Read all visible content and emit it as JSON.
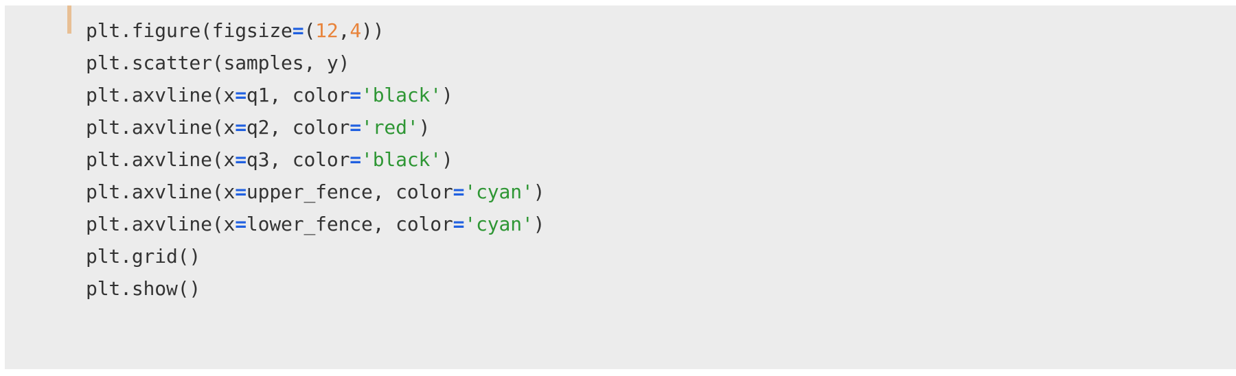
{
  "block": {
    "background_color": "#ececec",
    "accent_bar_color": "#e8bf94"
  },
  "theme": {
    "text_color": "#333333",
    "operator_color": "#2060e0",
    "number_color": "#e8833a",
    "string_color": "#2e9634"
  },
  "code": {
    "language": "python",
    "lines": [
      {
        "index": 1,
        "text": "plt.figure(figsize=(12,4))",
        "tokens": [
          {
            "t": "plt.figure(figsize",
            "k": "plain"
          },
          {
            "t": "=",
            "k": "operator"
          },
          {
            "t": "(",
            "k": "punct"
          },
          {
            "t": "12",
            "k": "number"
          },
          {
            "t": ",",
            "k": "punct"
          },
          {
            "t": "4",
            "k": "number"
          },
          {
            "t": "))",
            "k": "punct"
          }
        ]
      },
      {
        "index": 2,
        "text": "plt.scatter(samples, y)",
        "tokens": [
          {
            "t": "plt.scatter(samples, y)",
            "k": "plain"
          }
        ]
      },
      {
        "index": 3,
        "text": "plt.axvline(x=q1, color='black')",
        "tokens": [
          {
            "t": "plt.axvline(x",
            "k": "plain"
          },
          {
            "t": "=",
            "k": "operator"
          },
          {
            "t": "q1, color",
            "k": "plain"
          },
          {
            "t": "=",
            "k": "operator"
          },
          {
            "t": "'black'",
            "k": "string"
          },
          {
            "t": ")",
            "k": "punct"
          }
        ]
      },
      {
        "index": 4,
        "text": "plt.axvline(x=q2, color='red')",
        "tokens": [
          {
            "t": "plt.axvline(x",
            "k": "plain"
          },
          {
            "t": "=",
            "k": "operator"
          },
          {
            "t": "q2, color",
            "k": "plain"
          },
          {
            "t": "=",
            "k": "operator"
          },
          {
            "t": "'red'",
            "k": "string"
          },
          {
            "t": ")",
            "k": "punct"
          }
        ]
      },
      {
        "index": 5,
        "text": "plt.axvline(x=q3, color='black')",
        "tokens": [
          {
            "t": "plt.axvline(x",
            "k": "plain"
          },
          {
            "t": "=",
            "k": "operator"
          },
          {
            "t": "q3, color",
            "k": "plain"
          },
          {
            "t": "=",
            "k": "operator"
          },
          {
            "t": "'black'",
            "k": "string"
          },
          {
            "t": ")",
            "k": "punct"
          }
        ]
      },
      {
        "index": 6,
        "text": "plt.axvline(x=upper_fence, color='cyan')",
        "tokens": [
          {
            "t": "plt.axvline(x",
            "k": "plain"
          },
          {
            "t": "=",
            "k": "operator"
          },
          {
            "t": "upper_fence, color",
            "k": "plain"
          },
          {
            "t": "=",
            "k": "operator"
          },
          {
            "t": "'cyan'",
            "k": "string"
          },
          {
            "t": ")",
            "k": "punct"
          }
        ]
      },
      {
        "index": 7,
        "text": "plt.axvline(x=lower_fence, color='cyan')",
        "tokens": [
          {
            "t": "plt.axvline(x",
            "k": "plain"
          },
          {
            "t": "=",
            "k": "operator"
          },
          {
            "t": "lower_fence, color",
            "k": "plain"
          },
          {
            "t": "=",
            "k": "operator"
          },
          {
            "t": "'cyan'",
            "k": "string"
          },
          {
            "t": ")",
            "k": "punct"
          }
        ]
      },
      {
        "index": 8,
        "text": "plt.grid()",
        "tokens": [
          {
            "t": "plt.grid()",
            "k": "plain"
          }
        ]
      },
      {
        "index": 9,
        "text": "plt.show()",
        "tokens": [
          {
            "t": "plt.show()",
            "k": "plain"
          }
        ]
      }
    ]
  }
}
